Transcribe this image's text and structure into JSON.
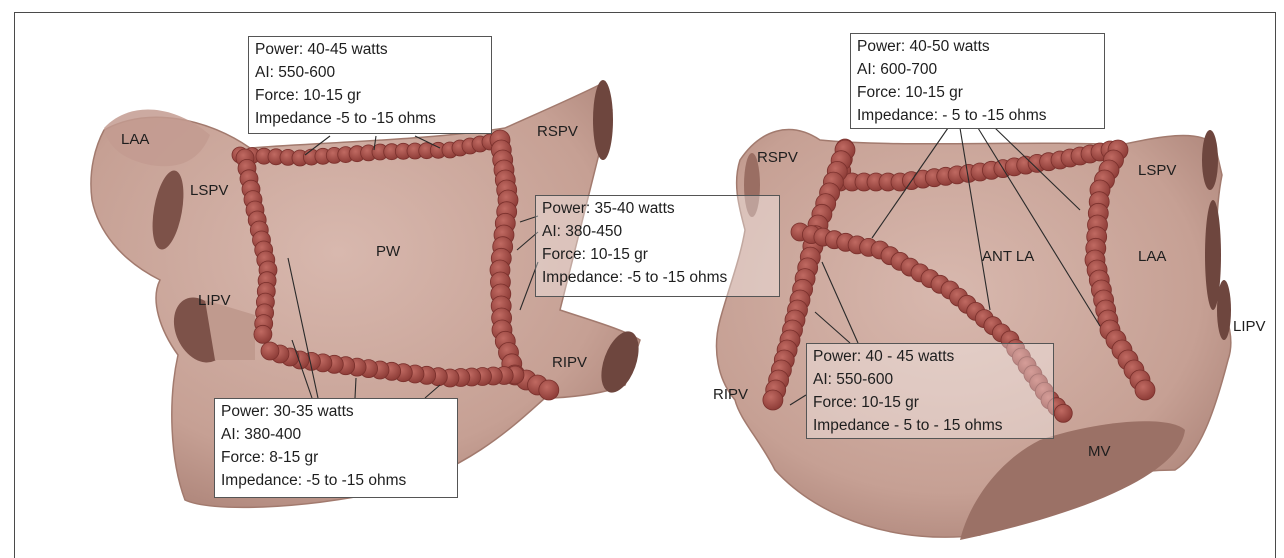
{
  "left_view": {
    "labels": {
      "laa": "LAA",
      "lspv": "LSPV",
      "lipv": "LIPV",
      "pw": "PW",
      "rspv": "RSPV",
      "ripv": "RIPV"
    },
    "box_roof": {
      "power": "Power: 40-45 watts",
      "ai": "AI: 550-600",
      "force": "Force: 10-15 gr",
      "impedance": "Impedance -5 to -15 ohms"
    },
    "box_right": {
      "power": "Power: 35-40 watts",
      "ai": "AI: 380-450",
      "force": "Force: 10-15 gr",
      "impedance": "Impedance: -5 to -15 ohms"
    },
    "box_floor": {
      "power": "Power: 30-35 watts",
      "ai": "AI: 380-400",
      "force": "Force: 8-15 gr",
      "impedance": "Impedance: -5 to -15 ohms"
    }
  },
  "right_view": {
    "labels": {
      "rspv": "RSPV",
      "lspv": "LSPV",
      "ant_la": "ANT LA",
      "laa": "LAA",
      "lipv": "LIPV",
      "ripv": "RIPV",
      "mv": "MV"
    },
    "box_top": {
      "power": "Power: 40-50 watts",
      "ai": "AI: 600-700",
      "force": "Force: 10-15 gr",
      "impedance": "Impedance: - 5 to -15 ohms"
    },
    "box_bottom": {
      "power": "Power: 40 - 45 watts",
      "ai": "AI: 550-600",
      "force": "Force: 10-15 gr",
      "impedance": "Impedance - 5 to - 15 ohms"
    }
  },
  "colors": {
    "tissue": "#c8a398",
    "tissue_dark": "#9e7468",
    "lesion": "#a8524c",
    "lesion_edge": "#7a302c"
  }
}
